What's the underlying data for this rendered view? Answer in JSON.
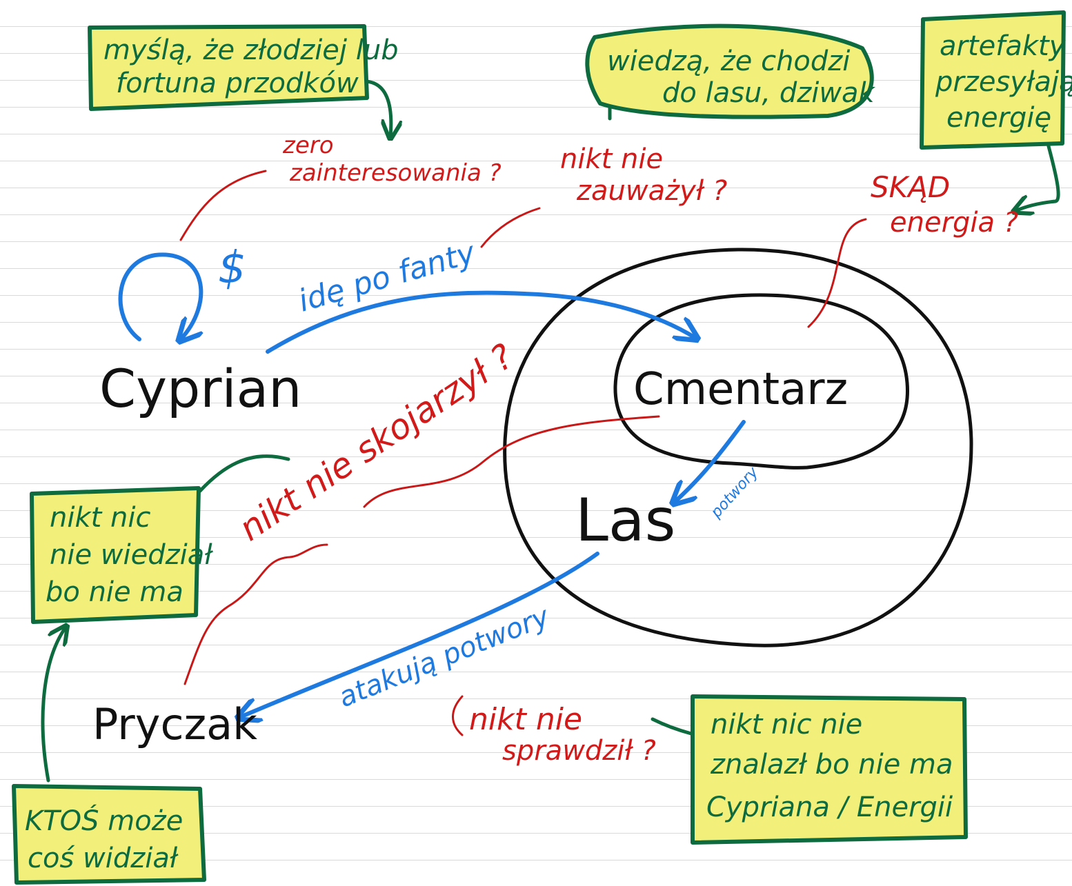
{
  "colors": {
    "note_fill": "#f2f07a",
    "note_border": "#0e6b3f",
    "question_red": "#d11a1a",
    "action_blue": "#1f7ae0",
    "node_black": "#111111"
  },
  "nodes": {
    "cyprian": "Cyprian",
    "cmentarz": "Cmentarz",
    "las": "Las",
    "pryczak": "Pryczak"
  },
  "edges": {
    "idzie_po_fanty": "idę po fanty",
    "potwory_short": "potwory",
    "atakuja_potwory": "atakują potwory",
    "dollar": "$"
  },
  "notes": {
    "mysla_line1": "myślą, że złodziej lub",
    "mysla_line2": "fortuna przodków",
    "wiedza_line1": "wiedzą, że chodzi",
    "wiedza_line2": "do lasu, dziwak",
    "artefakty_line1": "artefakty",
    "artefakty_line2": "przesyłają",
    "artefakty_line3": "energię",
    "nikt_nic_line1": "nikt nic",
    "nikt_nic_line2": "nie wiedział",
    "nikt_nic_line3": "bo nie ma",
    "ktos_line1": "KTOŚ może",
    "ktos_line2": "coś widział",
    "nikt_znalazl_line1": "nikt nic nie",
    "nikt_znalazl_line2": "znalazł bo nie ma",
    "nikt_znalazl_line3": "Cypriana / Energii"
  },
  "questions": {
    "zero_line1": "zero",
    "zero_line2": "zainteresowania ?",
    "zauwazyl_line1": "nikt nie",
    "zauwazyl_line2": "zauważył ?",
    "skad_line1": "SKĄD",
    "skad_line2": "energia ?",
    "skojarzyl": "nikt nie skojarzył ?",
    "sprawdzil_line1": "nikt nie",
    "sprawdzil_line2": "sprawdził ?"
  }
}
